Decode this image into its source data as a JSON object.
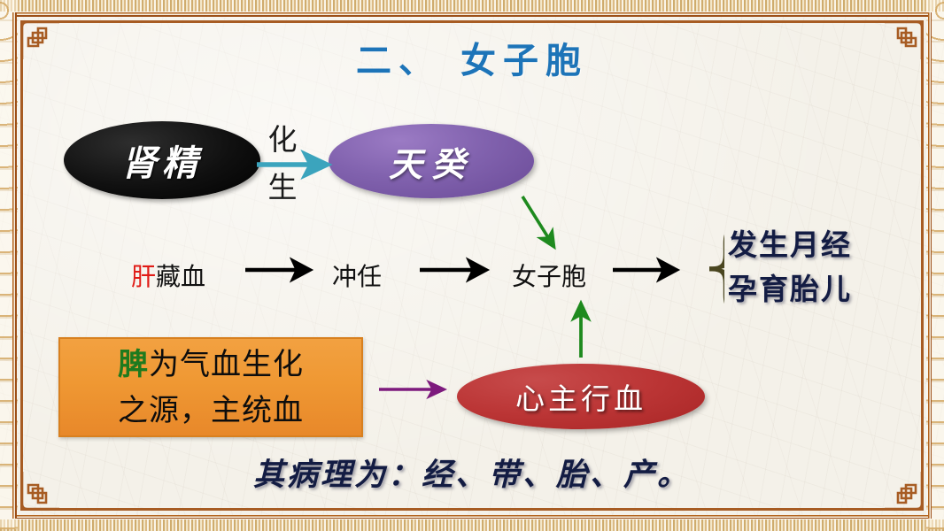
{
  "slide": {
    "title": "二、  女子胞",
    "title_color": "#1d74b8",
    "background_color": "#f4f1e9",
    "border_color": "#a75c23"
  },
  "nodes": {
    "kidney_essence": {
      "label": "肾精",
      "shape": "ellipse",
      "fill": "#000000",
      "text_color": "#ffffff"
    },
    "tiangui": {
      "label": "天癸",
      "shape": "ellipse",
      "fill": "#7a5aa5",
      "text_color": "#ffffff"
    },
    "heart": {
      "label": "心主行血",
      "shape": "ellipse",
      "fill": "#b83434",
      "text_color": "#ffffff"
    }
  },
  "labels": {
    "transform_生": {
      "char1": "化",
      "char2": "生"
    },
    "liver_red": "肝",
    "liver_rest": "藏血",
    "chongren": "冲任",
    "uterus": "女子胞"
  },
  "spleen_box": {
    "accent_char": "脾",
    "line1_rest": "为气血生化",
    "line2": "之源，主统血",
    "fill": "#ef9833",
    "accent_color": "#1e7a1e"
  },
  "results": {
    "brace": "{",
    "brace_color": "#4a4620",
    "line1": "发生月经",
    "line2": "孕育胎儿",
    "text_color": "#131c43"
  },
  "bottom_note": {
    "text": "其病理为：经、带、胎、产。",
    "text_color": "#131c43"
  },
  "arrows": {
    "teal": {
      "name": "kidney-to-tiangui",
      "color": "#3ba4bd"
    },
    "green_down": {
      "name": "tiangui-to-uterus",
      "color": "#1e8a1e"
    },
    "green_up": {
      "name": "heart-to-uterus",
      "color": "#1e8a1e"
    },
    "black_1": {
      "name": "liver-to-chongren",
      "color": "#000000"
    },
    "black_2": {
      "name": "chongren-to-uterus",
      "color": "#000000"
    },
    "black_3": {
      "name": "uterus-to-results",
      "color": "#000000"
    },
    "purple": {
      "name": "spleen-to-heart",
      "color": "#7d1a7d"
    }
  }
}
